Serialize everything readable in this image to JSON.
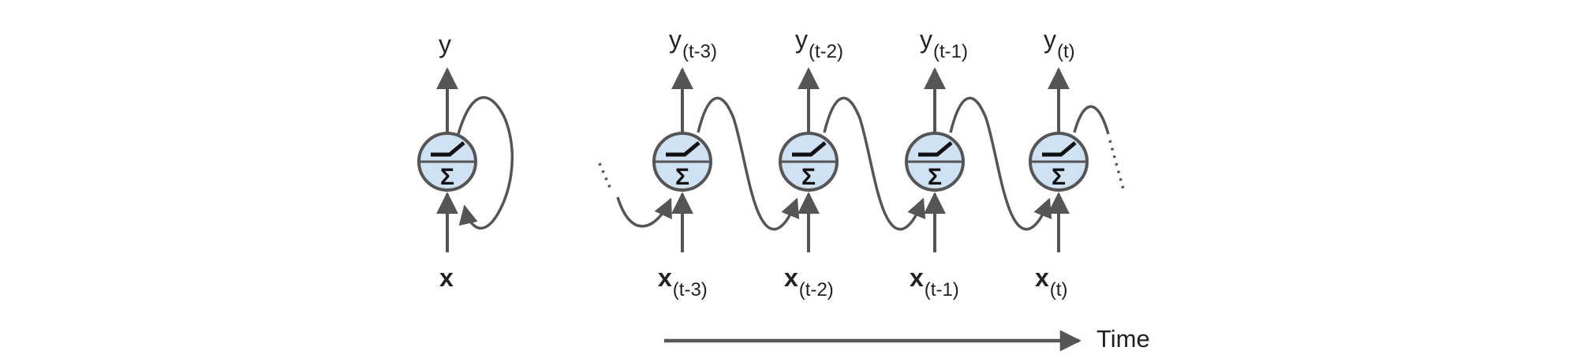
{
  "folded": {
    "output": "y",
    "input": "x"
  },
  "steps": [
    {
      "y_sub": "(t-3)",
      "x_sub": "(t-3)"
    },
    {
      "y_sub": "(t-2)",
      "x_sub": "(t-2)"
    },
    {
      "y_sub": "(t-1)",
      "x_sub": "(t-1)"
    },
    {
      "y_sub": "(t)",
      "x_sub": "(t)"
    }
  ],
  "unrolled_output_symbol": "y",
  "unrolled_input_symbol": "x",
  "neuron_symbol": "Σ",
  "time_label": "Time",
  "colors": {
    "line": "#555555",
    "neuron_fill": "#cfe2f3",
    "neuron_stroke": "#555555",
    "text": "#222222"
  }
}
